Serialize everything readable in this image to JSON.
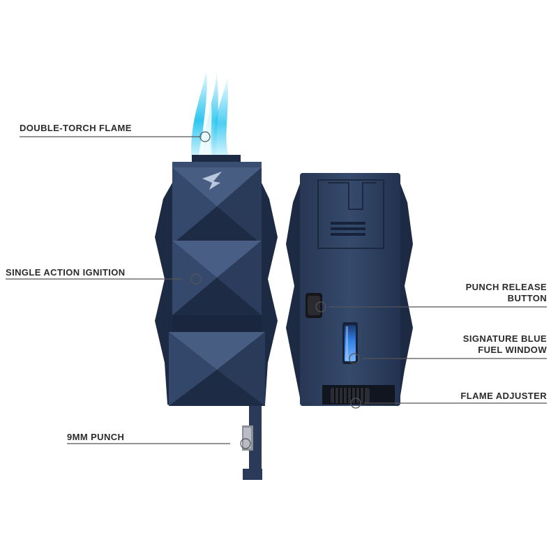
{
  "callouts": {
    "double_torch_flame": "DOUBLE-TORCH FLAME",
    "single_action_ignition": "SINGLE ACTION IGNITION",
    "nine_mm_punch": "9MM PUNCH",
    "punch_release_button": [
      "PUNCH RELEASE",
      "BUTTON"
    ],
    "signature_blue_fuel_window": [
      "SIGNATURE BLUE",
      "FUEL WINDOW"
    ],
    "flame_adjuster": "FLAME ADJUSTER"
  },
  "colors": {
    "body_light": "#3c5173",
    "body_mid": "#2c3d5c",
    "body_dark": "#1b2740",
    "flame": "#2fc6f0",
    "fuel_window": "#2f7be0",
    "line": "#555555",
    "text": "#2b2b2b"
  },
  "icons": {
    "emblem": "hummingbird-logo",
    "marker": "circle-marker"
  }
}
